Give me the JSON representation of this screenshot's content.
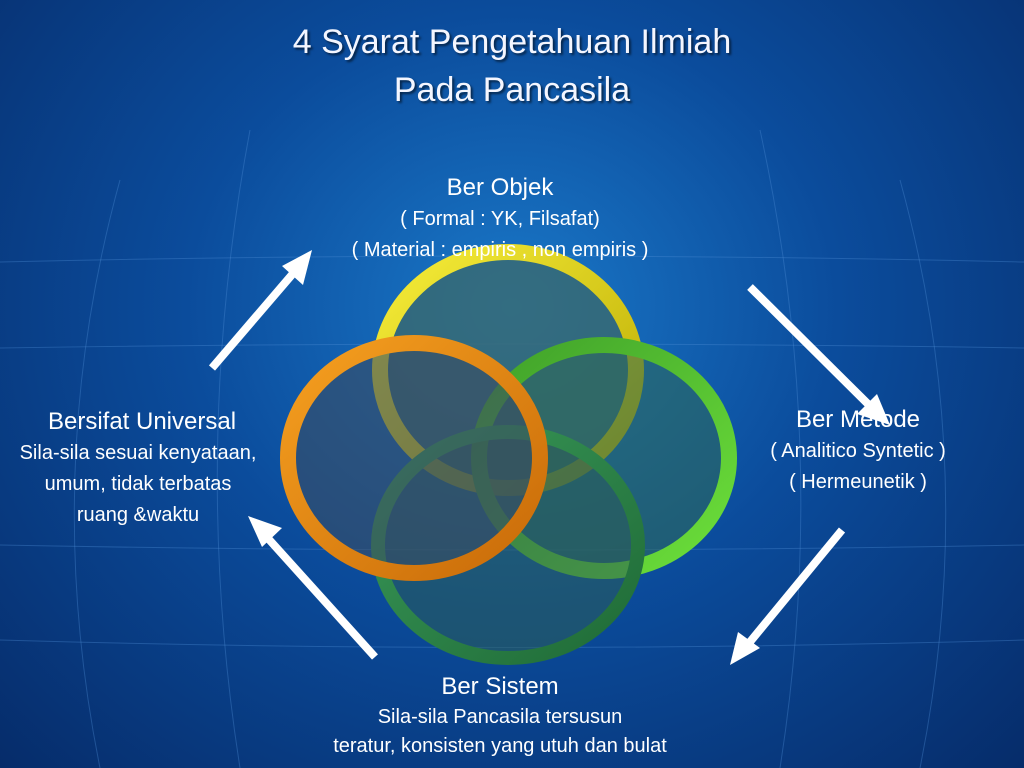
{
  "title": {
    "line1": "4 Syarat Pengetahuan Ilmiah",
    "line2": "Pada Pancasila"
  },
  "nodes": {
    "top": {
      "heading": "Ber Objek",
      "lines": [
        "( Formal : YK, Filsafat)",
        "( Material : empiris , non empiris )"
      ]
    },
    "right": {
      "heading": "Ber Metode",
      "lines": [
        "( Analitico Syntetic )",
        "( Hermeunetik )"
      ]
    },
    "bottom": {
      "heading": "Ber Sistem",
      "lines": [
        "Sila-sila Pancasila tersusun",
        "teratur, konsisten yang utuh dan bulat"
      ]
    },
    "left": {
      "heading": "Bersifat Universal",
      "lines": [
        "Sila-sila sesuai kenyataan,",
        "umum, tidak terbatas",
        "ruang &waktu"
      ]
    }
  },
  "colors": {
    "ring_yellow": "#e3d800",
    "ring_green": "#52c82a",
    "ring_darkgreen": "#2e8a4a",
    "ring_orange": "#f08a10",
    "arrow": "#ffffff"
  }
}
